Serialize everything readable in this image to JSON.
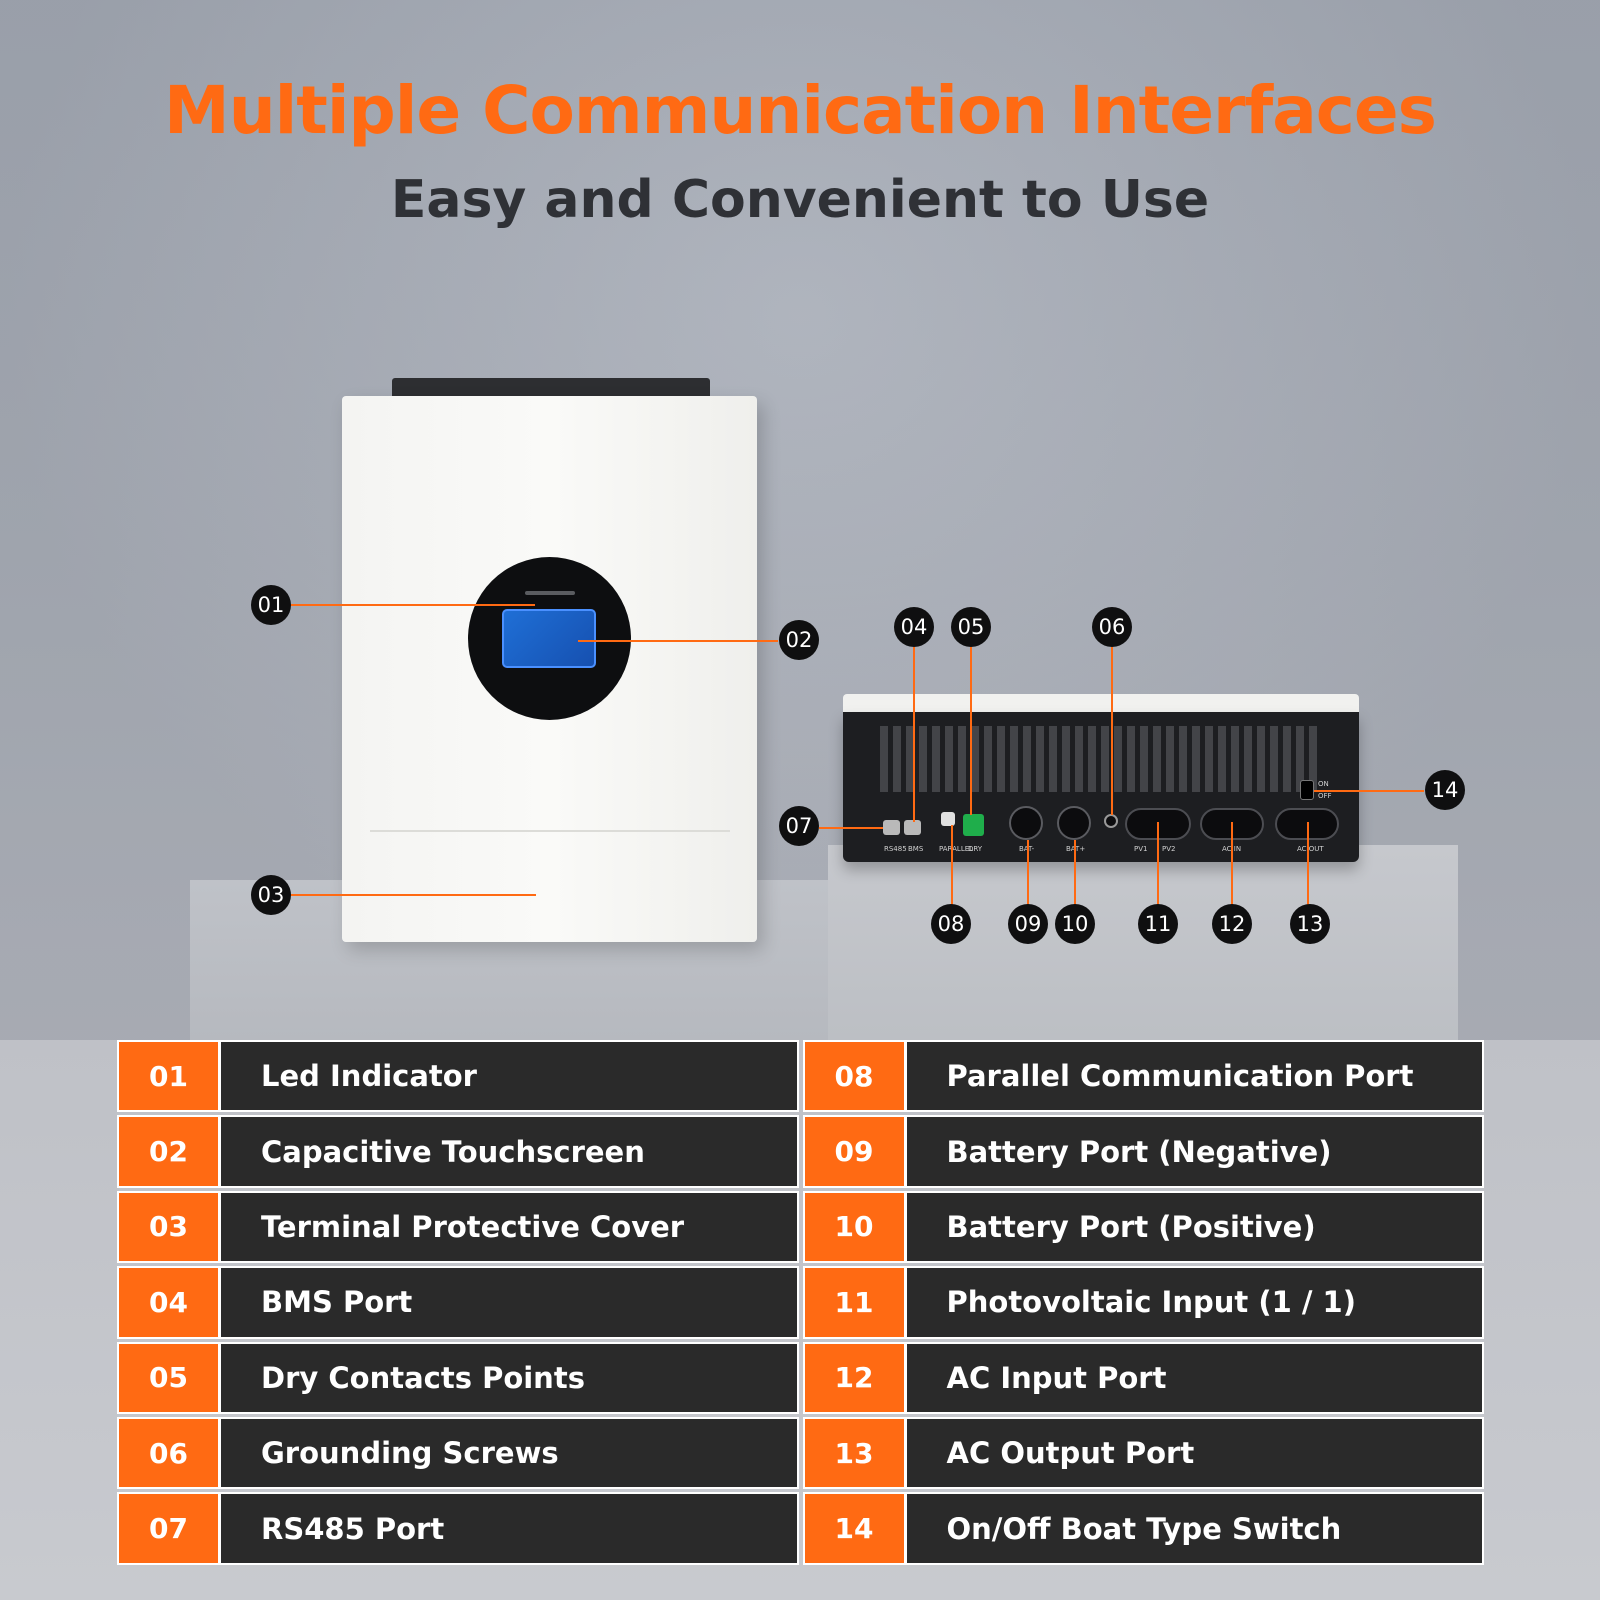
{
  "header": {
    "title": "Multiple Communication Interfaces",
    "subtitle": "Easy and Convenient to Use"
  },
  "colors": {
    "accent": "#ff6a13",
    "legend_bg": "#2a2a2a",
    "callout_bg": "#0f0f10",
    "screen": "#1f6fd6"
  },
  "back_panel_labels": {
    "rs485": "RS485",
    "bms": "BMS",
    "parallel": "PARALLEL",
    "dry": "DRY",
    "bat_neg": "BAT-",
    "bat_pos": "BAT+",
    "pv1": "PV1",
    "pv2": "PV2",
    "ac_in": "AC IN",
    "ac_out": "AC OUT",
    "on": "ON",
    "off": "OFF"
  },
  "callouts": [
    "01",
    "02",
    "03",
    "04",
    "05",
    "06",
    "07",
    "08",
    "09",
    "10",
    "11",
    "12",
    "13",
    "14"
  ],
  "legend": {
    "left": [
      {
        "num": "01",
        "label": "Led Indicator"
      },
      {
        "num": "02",
        "label": "Capacitive Touchscreen"
      },
      {
        "num": "03",
        "label": "Terminal Protective Cover"
      },
      {
        "num": "04",
        "label": "BMS Port"
      },
      {
        "num": "05",
        "label": "Dry Contacts Points"
      },
      {
        "num": "06",
        "label": "Grounding Screws"
      },
      {
        "num": "07",
        "label": "RS485 Port"
      }
    ],
    "right": [
      {
        "num": "08",
        "label": "Parallel Communication Port"
      },
      {
        "num": "09",
        "label": "Battery Port (Negative)"
      },
      {
        "num": "10",
        "label": "Battery Port (Positive)"
      },
      {
        "num": "11",
        "label": "Photovoltaic Input (1 / 1)"
      },
      {
        "num": "12",
        "label": "AC Input Port"
      },
      {
        "num": "13",
        "label": "AC Output Port"
      },
      {
        "num": "14",
        "label": "On/Off Boat Type Switch"
      }
    ]
  }
}
